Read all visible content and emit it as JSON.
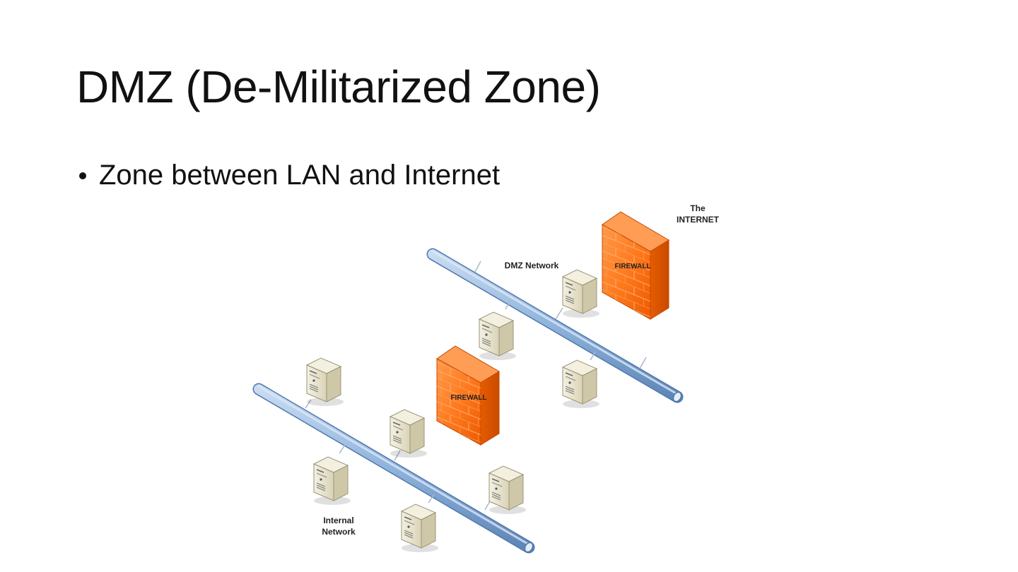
{
  "slide": {
    "title": "DMZ (De-Militarized Zone)",
    "bullets": [
      "Zone between LAN and Internet"
    ]
  },
  "diagram": {
    "labels": {
      "internet_line1": "The",
      "internet_line2": "INTERNET",
      "dmz_network": "DMZ Network",
      "firewall_outer": "FIREWALL",
      "firewall_inner": "FIREWALL",
      "internal_line1": "Internal",
      "internal_line2": "Network"
    },
    "colors": {
      "firewall": "#ff6a10",
      "backbone": "#8fb3dc",
      "server": "#e6e1c8"
    }
  }
}
